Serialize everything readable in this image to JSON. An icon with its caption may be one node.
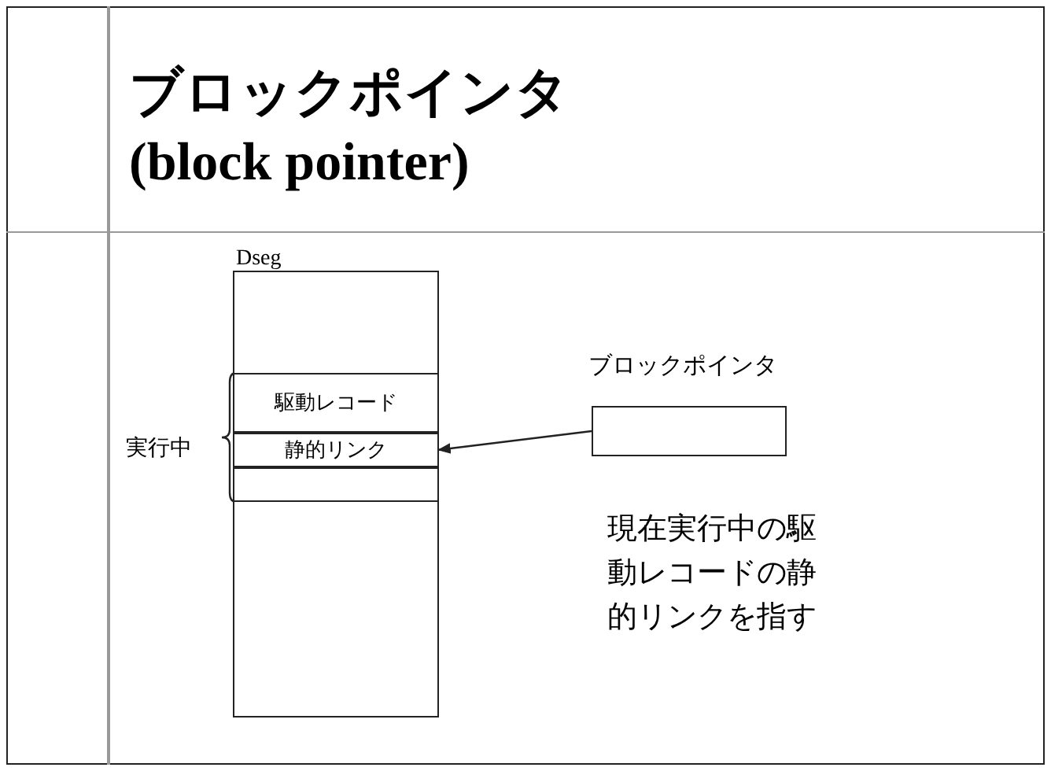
{
  "diagram": {
    "title": "ブロックポインタ (block pointer)",
    "nodes": [
      {
        "text": [
          "Dseg"
        ]
      },
      {
        "text": [
          "駆動レコード"
        ],
        "in": 0
      },
      {
        "text": [
          "静的リンク"
        ],
        "in": 0
      },
      {
        "text": [],
        "shape": "box",
        "in": 0
      },
      {
        "text": [
          "ブロックポインタ"
        ]
      }
    ],
    "edges": [
      {
        "from": 4,
        "to": 2,
        "arrow": "to"
      }
    ],
    "labels": [
      "実行中",
      "現在実行中の駆動レコードの静的リンクを指す"
    ]
  }
}
